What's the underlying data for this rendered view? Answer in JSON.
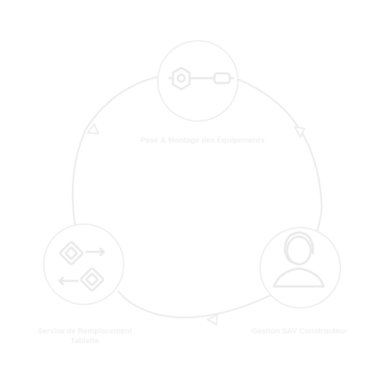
{
  "diagram": {
    "nodes": [
      {
        "id": "pose-montage",
        "icon": "tools-wrench-icon",
        "label_lines": [
          "Pose & Montage des Équipements"
        ]
      },
      {
        "id": "gestion-sav",
        "icon": "support-headset-icon",
        "label_lines": [
          "Gestion SAV Constructeur"
        ]
      },
      {
        "id": "service-remplacement",
        "icon": "tablet-swap-icon",
        "label_lines": [
          "Service de Remplacement",
          "Tablette"
        ]
      }
    ],
    "cycle_direction": "clockwise",
    "colors": {
      "stroke": "#ececec",
      "fill": "#ffffff",
      "text": "#f0f0f0"
    }
  }
}
